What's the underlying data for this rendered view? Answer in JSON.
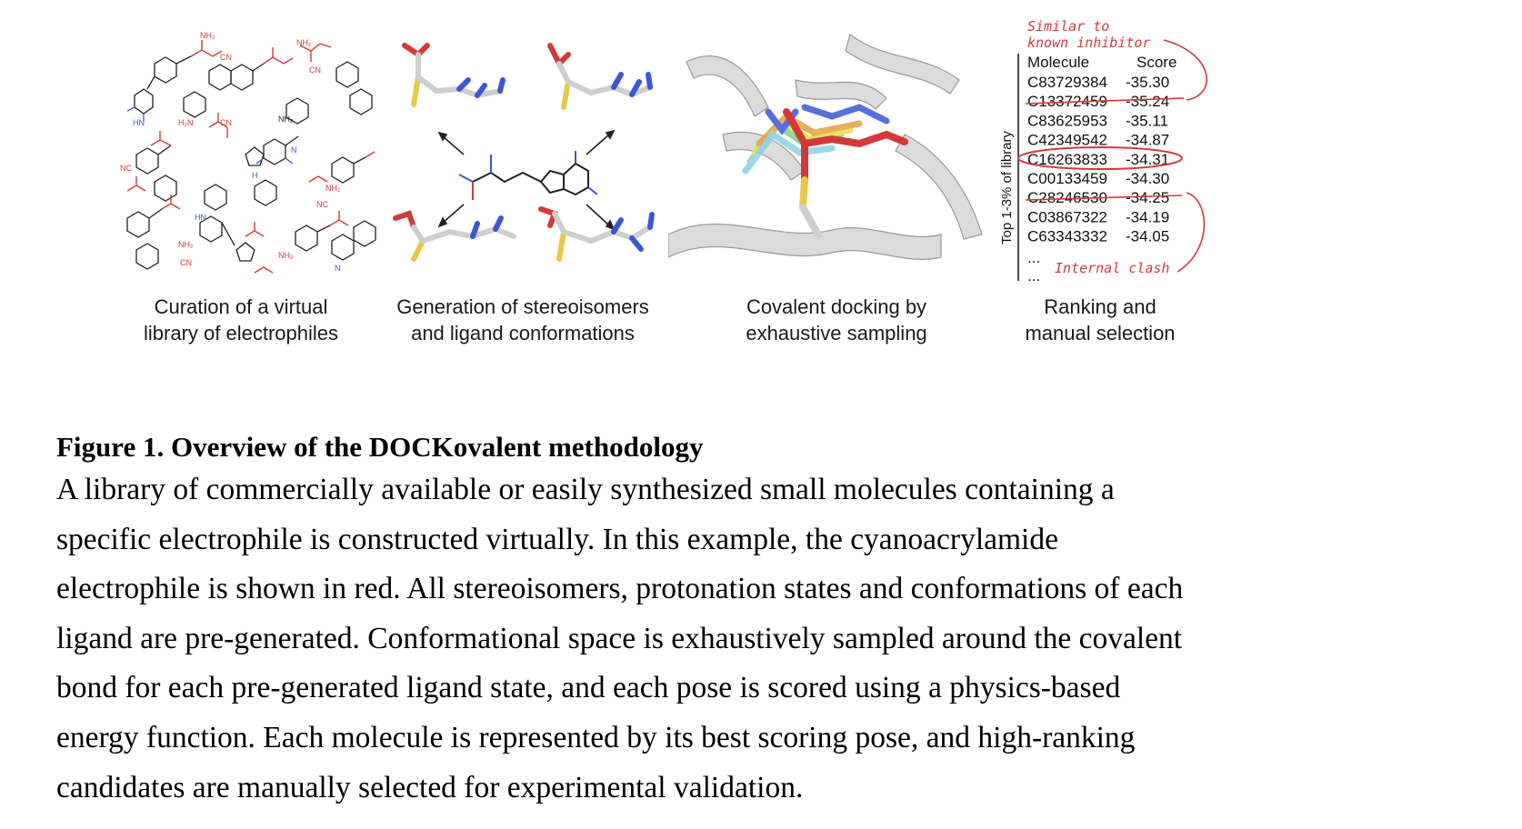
{
  "panels": [
    {
      "caption_line1": "Curation of a virtual",
      "caption_line2": "library of electrophiles"
    },
    {
      "caption_line1": "Generation of stereoisomers",
      "caption_line2": "and ligand conformations"
    },
    {
      "caption_line1": "Covalent docking by",
      "caption_line2": "exhaustive sampling"
    },
    {
      "caption_line1": "Ranking and",
      "caption_line2": "manual selection"
    }
  ],
  "ranking": {
    "annotation_top_line1": "Similar to",
    "annotation_top_line2": "known inhibitor",
    "annotation_bottom": "Internal clash",
    "axis_label": "Top 1-3% of library",
    "col_molecule": "Molecule",
    "col_score": "Score",
    "rows": [
      {
        "molecule": "C83729384",
        "score": "-35.30"
      },
      {
        "molecule": "C13372459",
        "score": "-35.24"
      },
      {
        "molecule": "C83625953",
        "score": "-35.11"
      },
      {
        "molecule": "C42349542",
        "score": "-34.87"
      },
      {
        "molecule": "C16263833",
        "score": "-34.31"
      },
      {
        "molecule": "C00133459",
        "score": "-34.30"
      },
      {
        "molecule": "C28246530",
        "score": "-34.25"
      },
      {
        "molecule": "C03867322",
        "score": "-34.19"
      },
      {
        "molecule": "C63343332",
        "score": "-34.05"
      }
    ],
    "ellipsis": "...",
    "ellipsis2": "..."
  },
  "molecule_labels": {
    "nh2": "NH₂",
    "cn": "CN",
    "h2n": "H₂N",
    "nc": "NC",
    "n": "N",
    "hn": "HN",
    "h": "H"
  },
  "figure": {
    "title": "Figure 1. Overview of the DOCKovalent methodology",
    "body_lines": [
      "A library of commercially available or easily synthesized small molecules containing a",
      "specific electrophile is constructed virtually. In this example, the cyanoacrylamide",
      "electrophile is shown in red. All stereoisomers, protonation states and conformations of each",
      "ligand are pre-generated. Conformational space is exhaustively sampled around the covalent",
      "bond for each pre-generated ligand state, and each pose is scored using a physics-based",
      "energy function. Each molecule is represented by its best scoring pose, and high-ranking",
      "candidates are manually selected for experimental validation."
    ]
  },
  "colors": {
    "electrophile_red": "#d23a3a",
    "bond_black": "#222222",
    "atom_blue": "#3a57d6",
    "sulfur_yellow": "#e6c84a",
    "protein_gray": "#c8c8c8"
  }
}
